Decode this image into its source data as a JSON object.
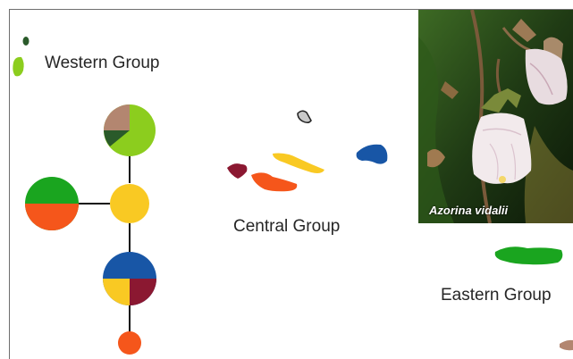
{
  "groups": {
    "western": "Western Group",
    "central": "Central Group",
    "eastern": "Eastern Group"
  },
  "photo": {
    "caption": "Azorina vidalii"
  },
  "colors": {
    "lime": "#8ccd1e",
    "green": "#1aa51f",
    "dark_green": "#2a5a2a",
    "brown": "#b38670",
    "yellow": "#f9c923",
    "orange": "#f5561b",
    "blue": "#1856a6",
    "maroon": "#8b1831",
    "gray": "#c9c9c9"
  }
}
